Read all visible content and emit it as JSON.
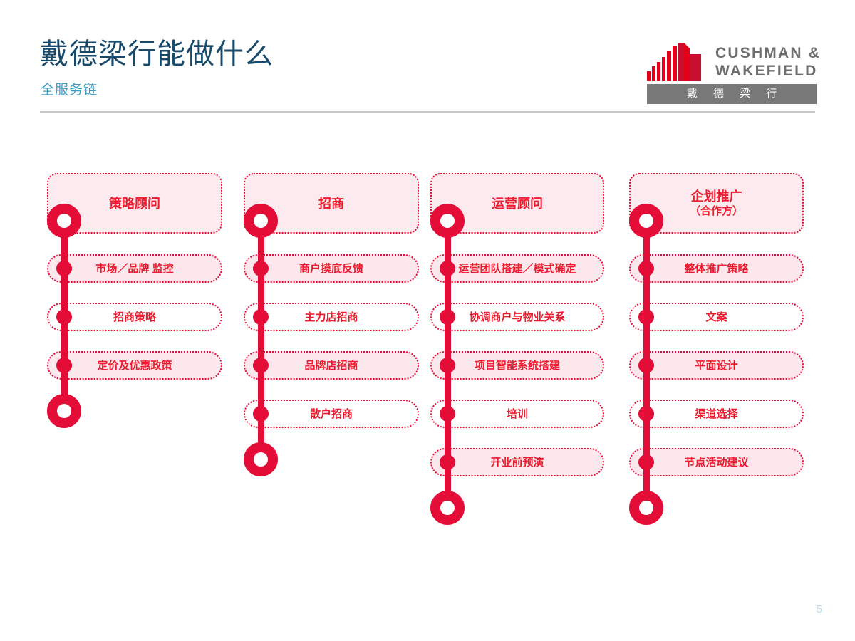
{
  "header": {
    "title": "戴德梁行能做什么",
    "subtitle": "全服务链",
    "title_color": "#174a6b",
    "subtitle_color": "#3d9dc4"
  },
  "logo": {
    "wordmark_line1": "CUSHMAN &",
    "wordmark_line2": "WAKEFIELD",
    "chinese_bar": "戴 德 梁 行",
    "bar_color": "#787878",
    "mark_color": "#e2001a"
  },
  "footer": {
    "page_number": "5"
  },
  "theme": {
    "accent_red": "#e30d38",
    "text_red": "#ed1b2e",
    "pill_pink": "#fbe7ec",
    "pill_white": "#ffffff"
  },
  "diagram": {
    "type": "four-column-timeline",
    "columns": [
      {
        "header": "策略顾问",
        "header_sub": "",
        "items": [
          {
            "label": "市场／品牌 监控",
            "fill": "pink"
          },
          {
            "label": "招商策略",
            "fill": "white"
          },
          {
            "label": "定价及优惠政策",
            "fill": "pink"
          }
        ]
      },
      {
        "header": "招商",
        "header_sub": "",
        "items": [
          {
            "label": "商户摸底反馈",
            "fill": "pink"
          },
          {
            "label": "主力店招商",
            "fill": "white"
          },
          {
            "label": "品牌店招商",
            "fill": "pink"
          },
          {
            "label": "散户招商",
            "fill": "white"
          }
        ]
      },
      {
        "header": "运营顾问",
        "header_sub": "",
        "items": [
          {
            "label": "运营团队搭建／模式确定",
            "fill": "pink"
          },
          {
            "label": "协调商户与物业关系",
            "fill": "white"
          },
          {
            "label": "项目智能系统搭建",
            "fill": "pink"
          },
          {
            "label": "培训",
            "fill": "white"
          },
          {
            "label": "开业前预演",
            "fill": "pink"
          }
        ]
      },
      {
        "header": "企划推广",
        "header_sub": "（合作方）",
        "items": [
          {
            "label": "整体推广策略",
            "fill": "pink"
          },
          {
            "label": "文案",
            "fill": "white"
          },
          {
            "label": "平面设计",
            "fill": "pink"
          },
          {
            "label": "渠道选择",
            "fill": "white"
          },
          {
            "label": "节点活动建议",
            "fill": "pink"
          }
        ]
      }
    ]
  }
}
